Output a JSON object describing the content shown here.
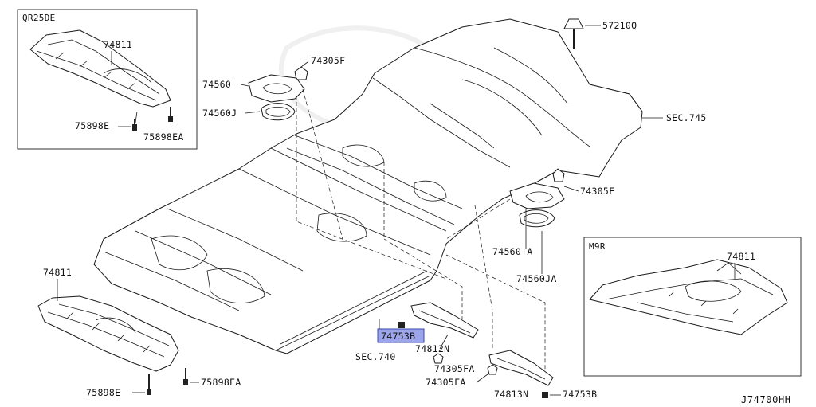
{
  "code": "J74700HH",
  "insets": {
    "top_left": {
      "title": "QR25DE",
      "parts": [
        "74811",
        "75898E",
        "75898EA"
      ]
    },
    "right": {
      "title": "M9R",
      "parts": [
        "74811"
      ]
    }
  },
  "labels": {
    "p57210Q": "57210Q",
    "p74305F_top": "74305F",
    "p74560": "74560",
    "p74560J": "74560J",
    "sec745": "SEC.745",
    "p74305F_right": "74305F",
    "p74560A": "74560+A",
    "p74560JA": "74560JA",
    "p74811_left": "74811",
    "p75898EA_bottom": "75898EA",
    "p75898E_bottom": "75898E",
    "p74753B_highlight": "74753B",
    "sec740": "SEC.740",
    "p74812N": "74812N",
    "p74305FA_1": "74305FA",
    "p74305FA_2": "74305FA",
    "p74813N": "74813N",
    "p74753B_bottom": "74753B"
  },
  "colors": {
    "highlight": "#8c96e6",
    "line": "#1a1a1a"
  }
}
